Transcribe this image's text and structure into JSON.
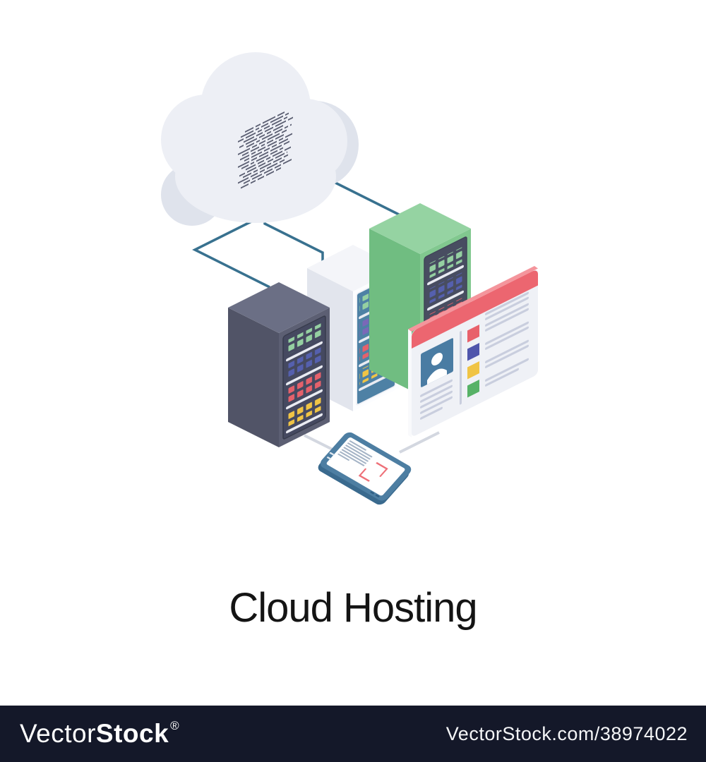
{
  "title": "Cloud Hosting",
  "watermark": {
    "brand_regular": "Vector",
    "brand_bold": "Stock",
    "registered": "®",
    "url": "VectorStock.com/38974022"
  },
  "scene": {
    "icons": [
      "cloud-icon",
      "code-lines-icon",
      "server-rack-dark-icon",
      "server-rack-white-icon",
      "server-rack-green-icon",
      "profile-card-icon",
      "user-avatar-icon",
      "tablet-icon",
      "scan-brackets-icon",
      "network-lines"
    ]
  },
  "theme": {
    "bar_bg": "#141829",
    "line_blue": "#38718f",
    "connector_gray": "#d3d7e0",
    "cloud_main": "#edeff5",
    "cloud_dark": "#dfe3ec",
    "code_line": "#5a5e71",
    "dark_top": "#6b6f85",
    "dark_left": "#515467",
    "dark_right": "#5c5f73",
    "dark_panel": "#454960",
    "white_top": "#f4f5f9",
    "white_left": "#e2e5ed",
    "white_right": "#fcfdff",
    "white_panel": "#4e81a5",
    "green_top": "#95d3a2",
    "green_left": "#70bd81",
    "green_right": "#81c88f",
    "green_panel": "#484d61",
    "chip_green": "#95d0a1",
    "chip_blue": "#5560ae",
    "chip_purple": "#7a68b8",
    "chip_red": "#e4616b",
    "chip_yellow": "#f0c445",
    "sep_white": "#e9ebf2",
    "card_bar": "#ec6670",
    "card_bar_top": "#f4959c",
    "card_face": "#eff1f6",
    "card_side": "#f9fafc",
    "card_line": "#c9cede",
    "avatar_bg": "#4a7ca3",
    "sq_red": "#e8616b",
    "sq_blue": "#4f55ac",
    "sq_yellow": "#f0c445",
    "sq_green": "#57b267",
    "tablet_frame": "#4d7ea2",
    "tablet_side": "#3a6a8e",
    "screen_line": "#a5b4c6",
    "bracket": "#ee7078"
  }
}
